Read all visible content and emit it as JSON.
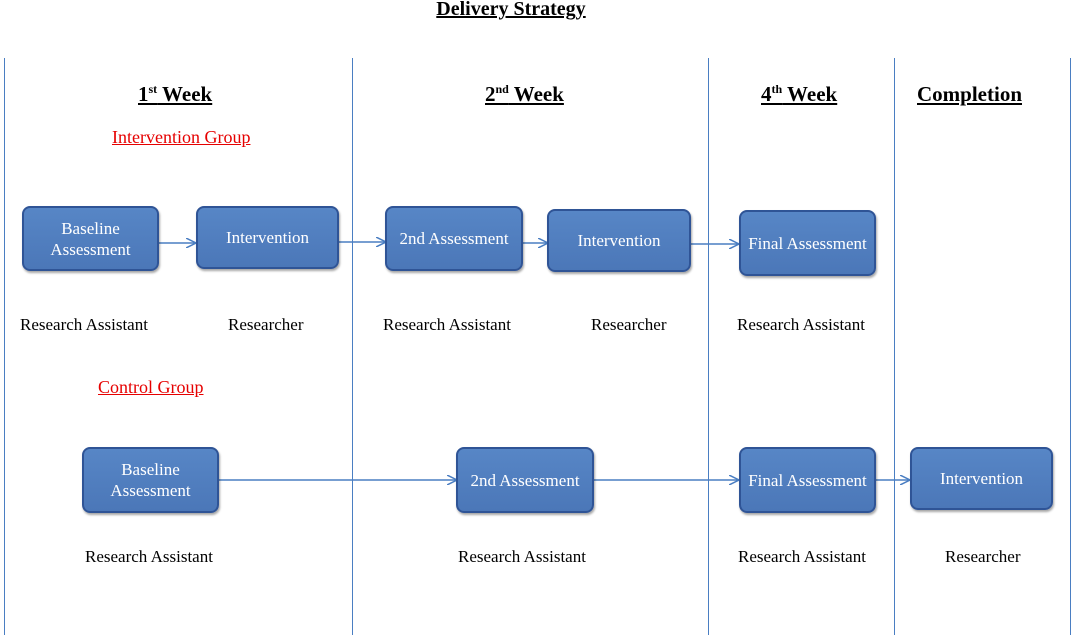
{
  "title": "Delivery Strategy",
  "columns": [
    {
      "base": "1",
      "sup": "st",
      "rest": " Week"
    },
    {
      "base": "2",
      "sup": "nd",
      "rest": " Week"
    },
    {
      "base": "4",
      "sup": "th",
      "rest": " Week"
    },
    {
      "base": "Completion",
      "sup": "",
      "rest": ""
    }
  ],
  "groups": {
    "intervention": {
      "label": "Intervention Group",
      "steps": [
        {
          "label": "Baseline Assessment",
          "role": "Research Assistant"
        },
        {
          "label": "Intervention",
          "role": "Researcher"
        },
        {
          "label": "2nd Assessment",
          "role": "Research Assistant"
        },
        {
          "label": "Intervention",
          "role": "Researcher"
        },
        {
          "label": "Final Assessment",
          "role": "Research Assistant"
        }
      ]
    },
    "control": {
      "label": "Control Group",
      "steps": [
        {
          "label": "Baseline Assessment",
          "role": "Research Assistant"
        },
        {
          "label": "2nd Assessment",
          "role": "Research Assistant"
        },
        {
          "label": "Final Assessment",
          "role": "Research Assistant"
        },
        {
          "label": "Intervention",
          "role": "Researcher"
        }
      ]
    }
  },
  "colors": {
    "box_fill": "#4f81bd",
    "box_border": "#2f5496",
    "divider": "#4a7ec2",
    "group_label": "#e60000",
    "arrow": "#4a7ec2"
  }
}
